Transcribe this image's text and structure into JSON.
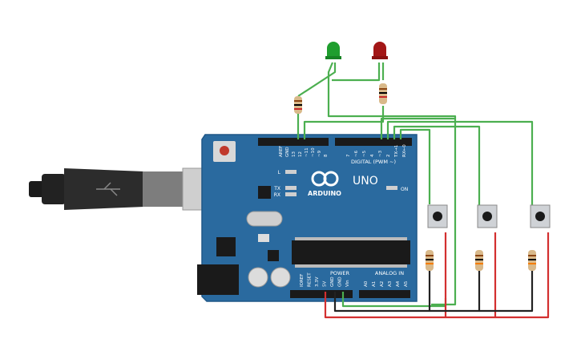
{
  "board": {
    "brand": "ARDUINO",
    "model": "UNO",
    "digital_label": "DIGITAL (PWM ~)",
    "power_label": "POWER",
    "analog_label": "ANALOG IN",
    "on_label": "ON",
    "l_label": "L",
    "tx_label": "TX",
    "rx_label": "RX",
    "digital_pins": [
      "AREF",
      "GND",
      "13",
      "12",
      "~11",
      "~10",
      "~9",
      "8",
      "7",
      "~6",
      "~5",
      "4",
      "~3",
      "2",
      "TX→1",
      "RX←0"
    ],
    "power_pins": [
      "IOREF",
      "RESET",
      "3.3V",
      "5V",
      "GND",
      "GND",
      "Vin"
    ],
    "analog_pins": [
      "A0",
      "A1",
      "A2",
      "A3",
      "A4",
      "A5"
    ]
  },
  "components": {
    "leds": [
      {
        "name": "green-led",
        "color": "#1f9e2e"
      },
      {
        "name": "red-led",
        "color": "#a31616"
      }
    ],
    "buttons": [
      "button-1",
      "button-2",
      "button-3"
    ],
    "resistors": [
      "led-resistor-green",
      "led-resistor-red",
      "button-resistor-1",
      "button-resistor-2",
      "button-resistor-3"
    ]
  },
  "colors": {
    "board": "#2a6a9f",
    "wire_green": "#4caf50",
    "wire_red": "#d32f2f",
    "wire_black": "#222222",
    "header": "#1a1a1a"
  }
}
